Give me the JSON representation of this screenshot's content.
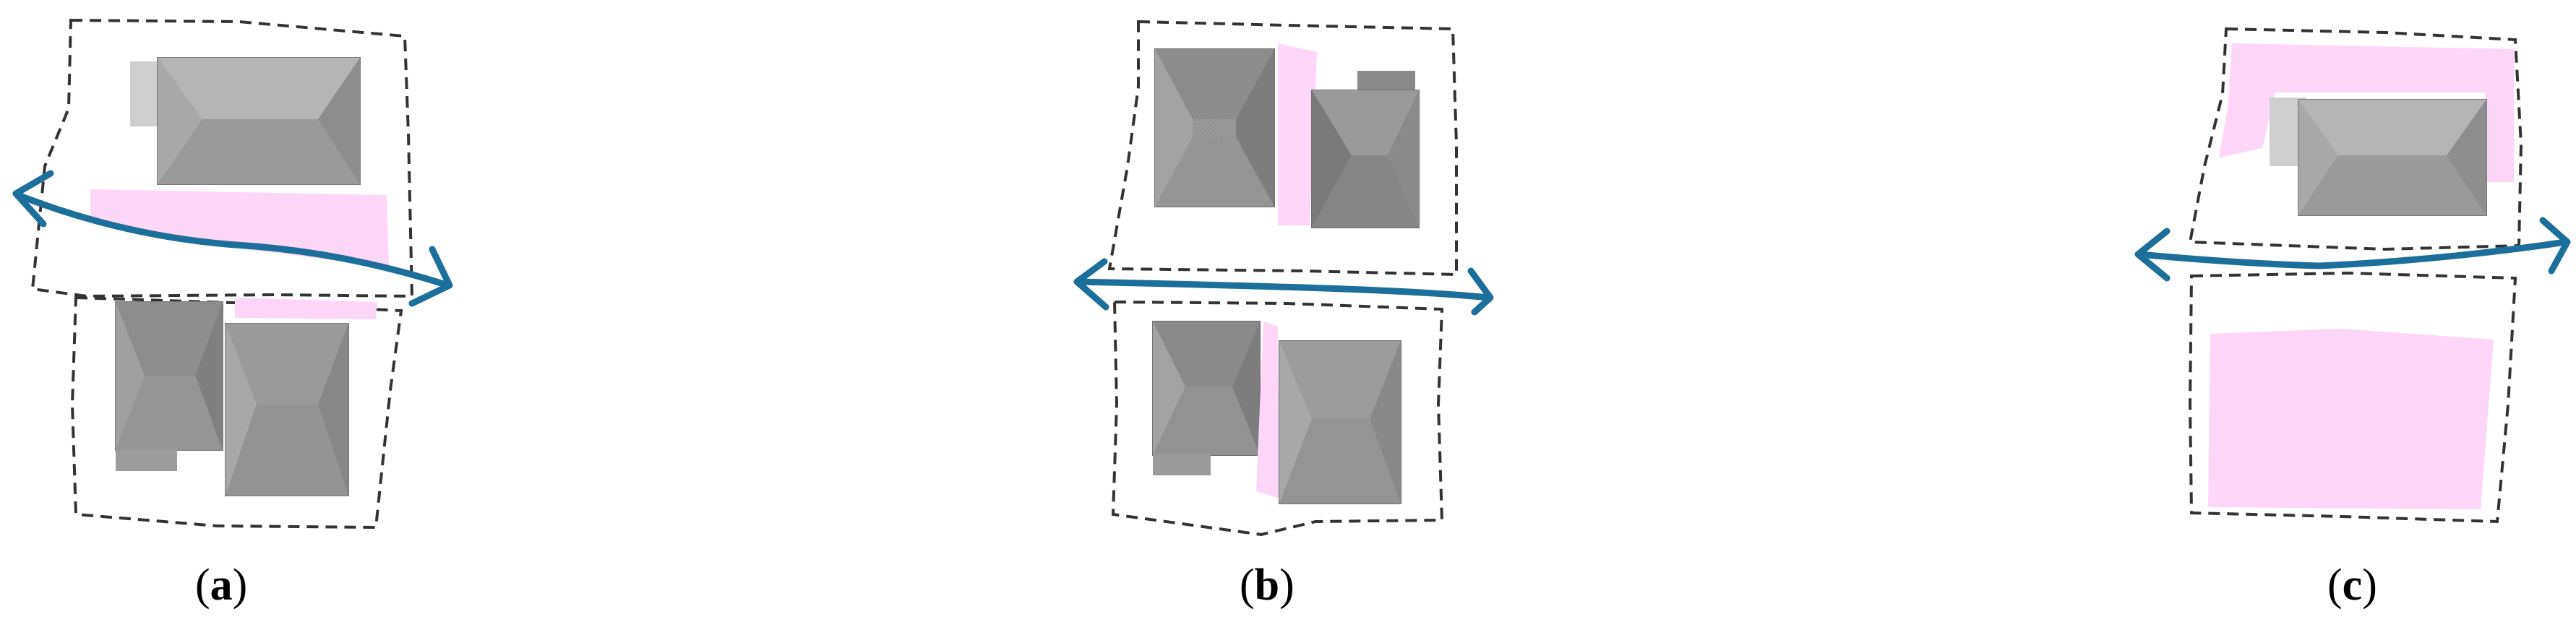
{
  "panels": [
    {
      "id": "a",
      "caption_open": "(",
      "caption_letter": "a",
      "caption_close": ")"
    },
    {
      "id": "b",
      "caption_open": "(",
      "caption_letter": "b",
      "caption_close": ")"
    },
    {
      "id": "c",
      "caption_open": "(",
      "caption_letter": "c",
      "caption_close": ")"
    }
  ],
  "colors": {
    "arrow": "#1b6f9a",
    "zone_fill": "#fdd6f8",
    "boundary": "#333333",
    "roof_light": "#b8b8b8",
    "roof_mid": "#a3a3a3",
    "roof_dark": "#8a8a8a",
    "roof_edge": "#6f6f6f"
  }
}
